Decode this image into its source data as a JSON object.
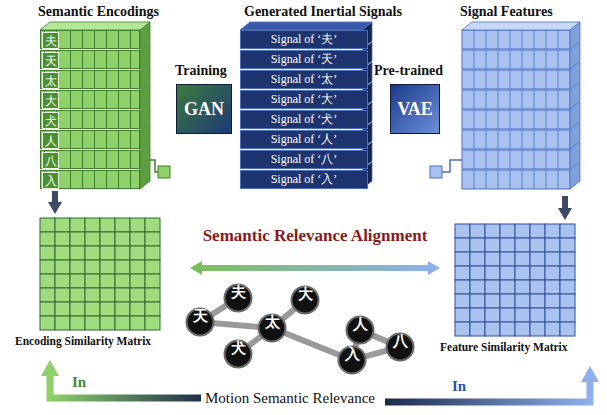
{
  "diagram": {
    "nodes": [
      {
        "text": [
          "Semantic Encodings"
        ]
      },
      {
        "text": [
          "夫"
        ],
        "in": 0
      },
      {
        "text": [
          "天"
        ],
        "in": 0
      },
      {
        "text": [
          "太"
        ],
        "in": 0
      },
      {
        "text": [
          "大"
        ],
        "in": 0
      },
      {
        "text": [
          "犬"
        ],
        "in": 0
      },
      {
        "text": [
          "人"
        ],
        "in": 0
      },
      {
        "text": [
          "八"
        ],
        "in": 0
      },
      {
        "text": [
          "入"
        ],
        "in": 0
      },
      {
        "text": [
          "GAN"
        ]
      },
      {
        "text": [
          "Generated Inertial Signals"
        ]
      },
      {
        "text": [
          "Signal of ‘夫’"
        ],
        "in": 10
      },
      {
        "text": [
          "Signal of ‘天’"
        ],
        "in": 10
      },
      {
        "text": [
          "Signal of ‘太’"
        ],
        "in": 10
      },
      {
        "text": [
          "Signal of ‘大’"
        ],
        "in": 10
      },
      {
        "text": [
          "Signal of ‘犬’"
        ],
        "in": 10
      },
      {
        "text": [
          "Signal of ‘人’"
        ],
        "in": 10
      },
      {
        "text": [
          "Signal of ‘八’"
        ],
        "in": 10
      },
      {
        "text": [
          "Signal of ‘入’"
        ],
        "in": 10
      },
      {
        "text": [
          "VAE"
        ]
      },
      {
        "text": [
          "Signal Features"
        ]
      },
      {
        "text": [
          "Encoding Similarity Matrix"
        ]
      },
      {
        "text": [
          "Feature Similarity Matrix"
        ]
      },
      {
        "text": [
          "夫"
        ]
      },
      {
        "text": [
          "天"
        ]
      },
      {
        "text": [
          "太"
        ]
      },
      {
        "text": [
          "大"
        ]
      },
      {
        "text": [
          "犬"
        ]
      },
      {
        "text": [
          "人"
        ]
      },
      {
        "text": [
          "八"
        ]
      },
      {
        "text": [
          "入"
        ]
      }
    ],
    "edges": [
      {
        "from": 0,
        "to": 21,
        "arrow": "to"
      },
      {
        "from": 20,
        "to": 22,
        "arrow": "to"
      },
      {
        "from": 21,
        "to": 22,
        "arrow": "both",
        "label": "Semantic Relevance Alignment"
      },
      {
        "from": 23,
        "to": 24,
        "arrow": "none"
      },
      {
        "from": 24,
        "to": 25,
        "arrow": "none"
      },
      {
        "from": 25,
        "to": 26,
        "arrow": "none"
      },
      {
        "from": 25,
        "to": 27,
        "arrow": "none"
      },
      {
        "from": 25,
        "to": 30,
        "arrow": "none"
      },
      {
        "from": 30,
        "to": 28,
        "arrow": "none"
      },
      {
        "from": 28,
        "to": 29,
        "arrow": "none"
      },
      {
        "from": 30,
        "to": 29,
        "arrow": "none"
      }
    ],
    "labels": [
      "Training",
      "Pre-trained",
      "In",
      "Motion Semantic Relevance",
      "In"
    ]
  }
}
